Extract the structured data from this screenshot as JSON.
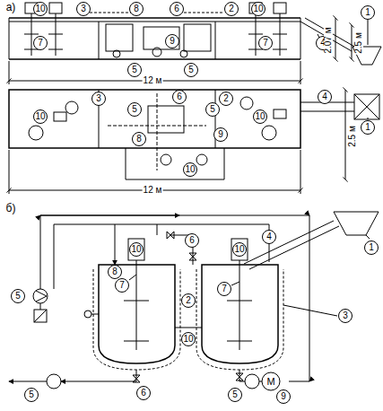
{
  "diagram": {
    "labels": [
      "а)",
      "10",
      "3",
      "8",
      "6",
      "2",
      "10",
      "4",
      "1",
      "7",
      "9",
      "7",
      "5",
      "5",
      "2.07 м",
      "2.5 м",
      "12 м",
      "3",
      "6",
      "2",
      "4",
      "1",
      "10",
      "5",
      "5",
      "10",
      "8",
      "9",
      "2.5 м",
      "10",
      "12 м",
      "б)",
      "1",
      "4",
      "8",
      "6",
      "10",
      "10",
      "5",
      "7",
      "7",
      "2",
      "3",
      "10",
      "6",
      "5",
      "5",
      "9",
      "М"
    ]
  }
}
